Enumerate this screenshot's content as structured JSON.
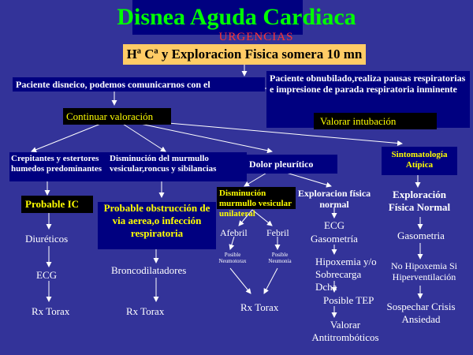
{
  "title": "Disnea Aguda Cardiaca",
  "subtitle": "URGENCIAS",
  "history_box": "Hª Cª y Exploracion Fisica somera 10 mn",
  "branch_left": "Paciente disneico, podemos comunicarnos con el",
  "branch_right": "Paciente obnubilado,realiza pausas respiratorias e impresione de parada respiratoria inminente",
  "continue_label": "Continuar valoración",
  "intubation_label": "Valorar intubación",
  "findings": {
    "crackles": "Crepitantes y estertores humedos predominantes",
    "decreased_murmur": "Disminución del murmullo vesicular,roncus y sibilancias",
    "pleuritic_pain": "Dolor pleurítico",
    "atypical": "Sintomatología Atípica"
  },
  "probable_ic": "Probable IC",
  "probable_obstruction": "Probable obstrucción de via aerea,o infección respiratoria",
  "pleuritic": {
    "dim_murmur": "Disminución murmullo vesicular unilateral",
    "afebril": "Afebril",
    "febril": "Febril",
    "posible_neumotorax": "Posible Neumotorax",
    "posible_neumonia": "Posible Neumonia",
    "rx": "Rx Torax"
  },
  "ic_steps": [
    "Diuréticos",
    "ECG",
    "Rx Torax"
  ],
  "obstruction_steps": [
    "Broncodilatadores",
    "Rx Torax"
  ],
  "normal_exam": {
    "label": "Exploracion física normal",
    "ecg": "ECG",
    "gaso": "Gasometría",
    "hipox": "Hipoxemia y/o Sobrecarga Dcha",
    "tep": "Posible TEP",
    "valorar": "Valorar Antitrombóticos"
  },
  "atypical_exam": {
    "label": "Exploración Física Normal",
    "gaso": "Gasometria",
    "no_hipox": "No Hipoxemia Si Hiperventilación",
    "sospechar": "Sospechar Crisis Ansiedad"
  }
}
